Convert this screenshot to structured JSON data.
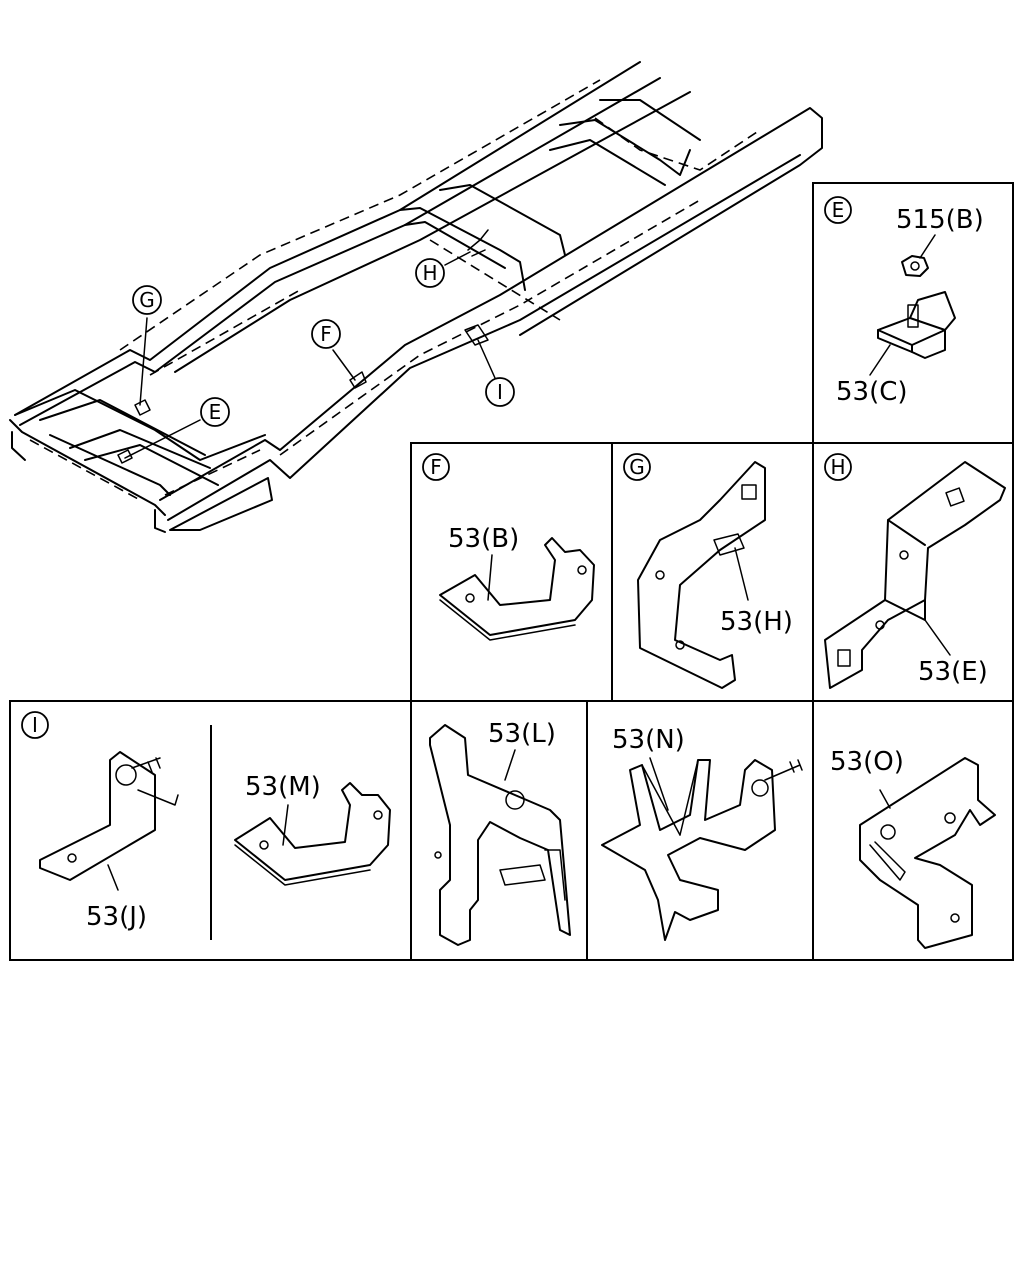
{
  "callouts": {
    "frame": {
      "g": "G",
      "e": "E",
      "f": "F",
      "h": "H",
      "i": "I"
    },
    "panel_e": {
      "letter": "E",
      "nut_label": "515(B)",
      "bracket_label": "53(C)"
    },
    "panel_f": {
      "letter": "F",
      "bracket_label": "53(B)"
    },
    "panel_g": {
      "letter": "G",
      "bracket_label": "53(H)"
    },
    "panel_h": {
      "letter": "H",
      "bracket_label": "53(E)"
    },
    "panel_i": {
      "letter": "I",
      "bracket_j_label": "53(J)",
      "bracket_m_label": "53(M)"
    },
    "panel_l": {
      "bracket_label": "53(L)"
    },
    "panel_n": {
      "bracket_label": "53(N)"
    },
    "panel_o": {
      "bracket_label": "53(O)"
    }
  }
}
